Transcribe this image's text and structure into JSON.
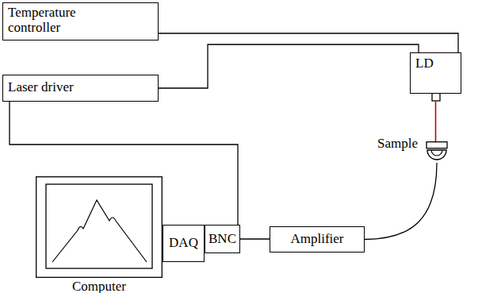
{
  "diagram": {
    "nodes": [
      {
        "text": [
          "Temperature controller"
        ]
      },
      {
        "text": [
          "LD"
        ]
      },
      {
        "text": [
          "Laser driver"
        ]
      },
      {
        "text": [
          "Sample"
        ]
      },
      {
        "text": [
          "Computer"
        ]
      },
      {
        "text": [
          "DAQ"
        ]
      },
      {
        "text": [
          "BNC"
        ]
      },
      {
        "text": [
          "Amplifier"
        ]
      }
    ],
    "edges": [
      {
        "from": 0,
        "to": 1,
        "arrow": "none"
      },
      {
        "from": 2,
        "to": 1,
        "arrow": "none"
      },
      {
        "from": 2,
        "to": 6,
        "arrow": "none"
      },
      {
        "from": 1,
        "to": 3,
        "arrow": "none"
      },
      {
        "from": 3,
        "to": 7,
        "arrow": "none"
      },
      {
        "from": 6,
        "to": 7,
        "arrow": "none"
      }
    ]
  }
}
